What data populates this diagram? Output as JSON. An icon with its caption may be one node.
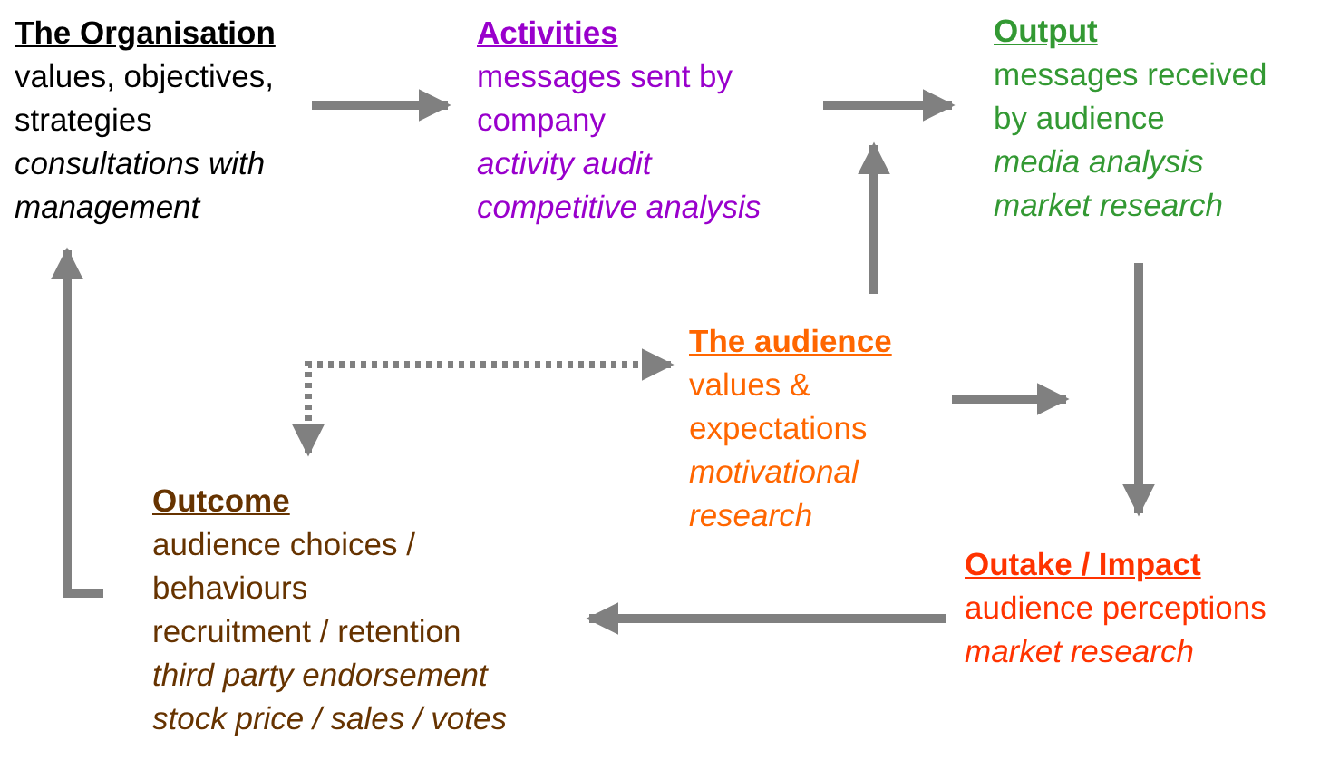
{
  "diagram": {
    "nodes": [
      {
        "text": [
          "The Organisation",
          "values, objectives, strategies",
          "consultations with management"
        ]
      },
      {
        "text": [
          "Activities",
          "messages sent by company",
          "activity audit",
          "competitive analysis"
        ]
      },
      {
        "text": [
          "Output",
          "messages received by audience",
          "media analysis",
          "market research"
        ]
      },
      {
        "text": [
          "The audience",
          "values & expectations",
          "motivational research"
        ]
      },
      {
        "text": [
          "Outake / Impact",
          "audience perceptions",
          "market research"
        ]
      },
      {
        "text": [
          "Outcome",
          "audience choices / behaviours",
          "recruitment / retention",
          "third party endorsement",
          "stock price / sales / votes"
        ]
      }
    ],
    "edges": [
      {
        "from": 0,
        "to": 1,
        "arrow": "to"
      },
      {
        "from": 1,
        "to": 2,
        "arrow": "to"
      },
      {
        "from": 3,
        "to": null,
        "arrow": "to"
      },
      {
        "from": 2,
        "to": 4,
        "arrow": "to"
      },
      {
        "from": 3,
        "to": 4,
        "arrow": "to"
      },
      {
        "from": 4,
        "to": 5,
        "arrow": "to"
      },
      {
        "from": 5,
        "to": 0,
        "arrow": "to"
      },
      {
        "from": 5,
        "to": 3,
        "arrow": "both",
        "style": "dashed"
      }
    ]
  }
}
